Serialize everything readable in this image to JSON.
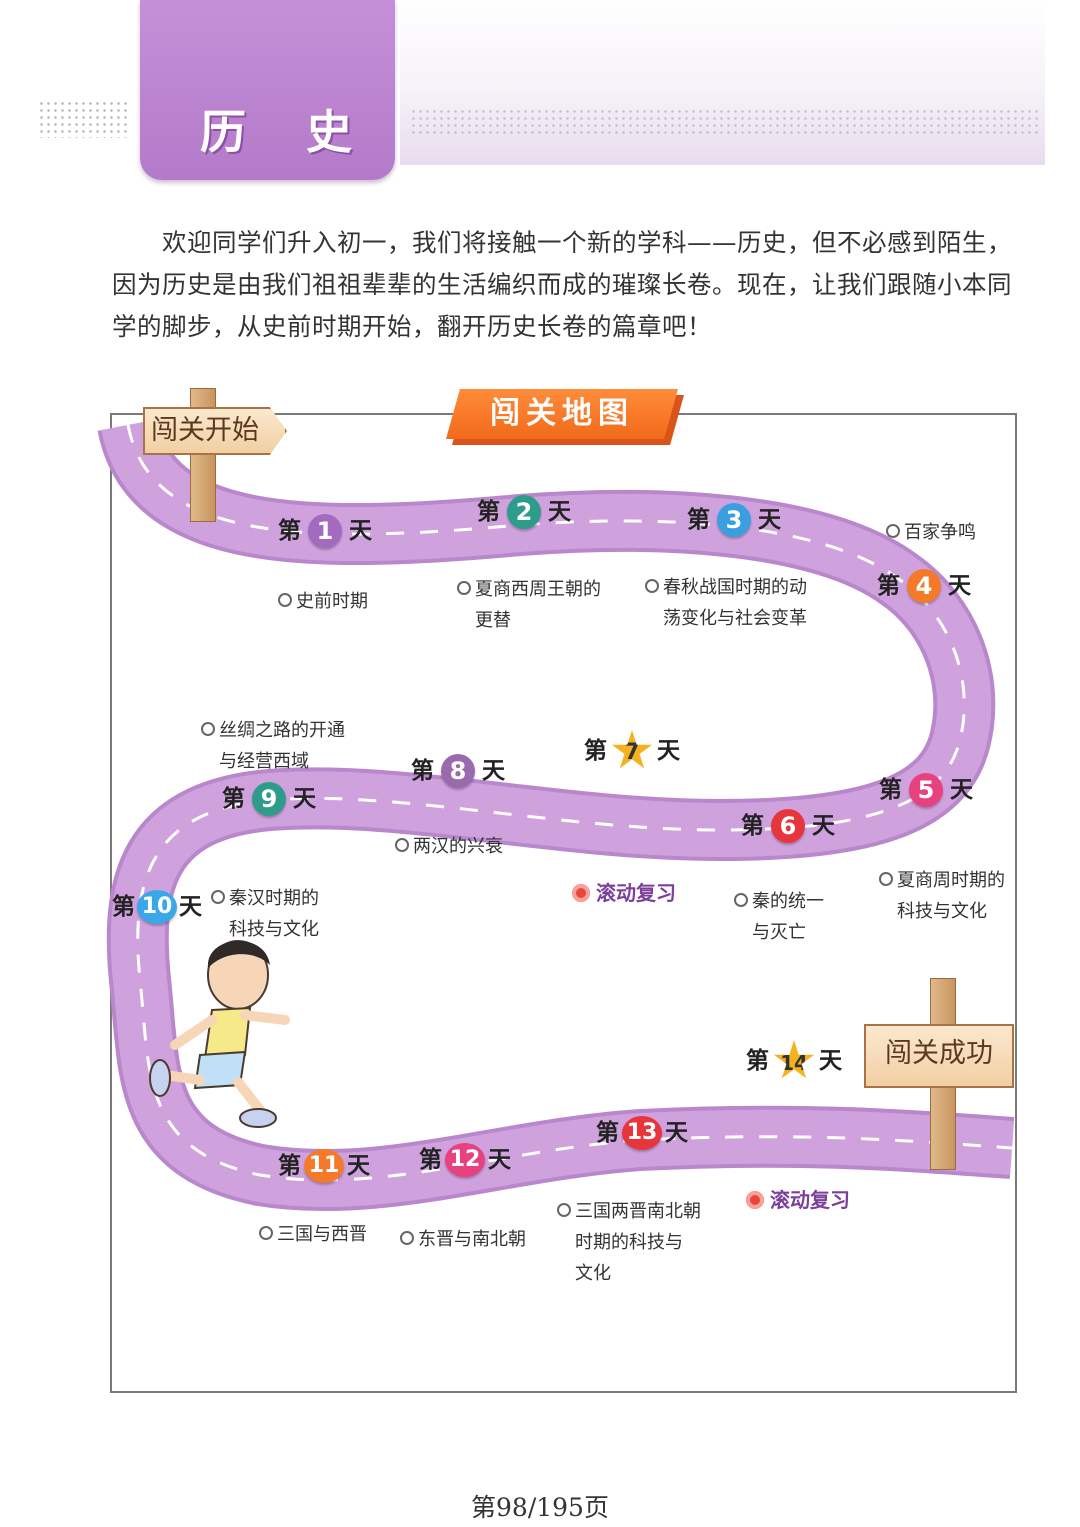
{
  "header": {
    "subject": "历 史"
  },
  "intro": {
    "text": "欢迎同学们升入初一，我们将接触一个新的学科——历史，但不必感到陌生，因为历史是由我们祖祖辈辈的生活编织而成的璀璨长卷。现在，让我们跟随小本同学的脚步，从史前时期开始，翻开历史长卷的篇章吧！"
  },
  "map": {
    "title": "闯关地图",
    "start_sign": "闯关开始",
    "finish_sign": "闯关成功",
    "road_color": "#c89ad8",
    "days": [
      {
        "prefix": "第",
        "num": "1",
        "suffix": "天",
        "color": "#a46ac0"
      },
      {
        "prefix": "第",
        "num": "2",
        "suffix": "天",
        "color": "#2e9c8a"
      },
      {
        "prefix": "第",
        "num": "3",
        "suffix": "天",
        "color": "#3a9fe0"
      },
      {
        "prefix": "第",
        "num": "4",
        "suffix": "天",
        "color": "#f47a2a"
      },
      {
        "prefix": "第",
        "num": "5",
        "suffix": "天",
        "color": "#e8417f"
      },
      {
        "prefix": "第",
        "num": "6",
        "suffix": "天",
        "color": "#e8343b"
      },
      {
        "prefix": "第",
        "num": "7",
        "suffix": "天",
        "color": "#f6b21d"
      },
      {
        "prefix": "第",
        "num": "8",
        "suffix": "天",
        "color": "#9a6aaf"
      },
      {
        "prefix": "第",
        "num": "9",
        "suffix": "天",
        "color": "#2e9c8a"
      },
      {
        "prefix": "第",
        "num": "10",
        "suffix": "天",
        "color": "#3aa8e8"
      },
      {
        "prefix": "第",
        "num": "11",
        "suffix": "天",
        "color": "#f47a2a"
      },
      {
        "prefix": "第",
        "num": "12",
        "suffix": "天",
        "color": "#e8417f"
      },
      {
        "prefix": "第",
        "num": "13",
        "suffix": "天",
        "color": "#e8343b"
      },
      {
        "prefix": "第",
        "num": "14",
        "suffix": "天",
        "color": "#f6b21d"
      }
    ],
    "topics": [
      {
        "lines": [
          "史前时期"
        ]
      },
      {
        "lines": [
          "夏商西周王朝的",
          "更替"
        ]
      },
      {
        "lines": [
          "春秋战国时期的动",
          "荡变化与社会变革"
        ]
      },
      {
        "lines": [
          "百家争鸣"
        ]
      },
      {
        "lines": [
          "夏商周时期的",
          "科技与文化"
        ]
      },
      {
        "lines": [
          "秦的统一",
          "与灭亡"
        ]
      },
      {
        "lines": [
          "两汉的兴衰"
        ]
      },
      {
        "lines": [
          "丝绸之路的开通",
          "与经营西域"
        ]
      },
      {
        "lines": [
          "秦汉时期的",
          "科技与文化"
        ]
      },
      {
        "lines": [
          "三国与西晋"
        ]
      },
      {
        "lines": [
          "东晋与南北朝"
        ]
      },
      {
        "lines": [
          "三国两晋南北朝",
          "时期的科技与",
          "文化"
        ]
      }
    ],
    "review_label": "滚动复习"
  },
  "footer": {
    "page_number": "第98/195页"
  }
}
